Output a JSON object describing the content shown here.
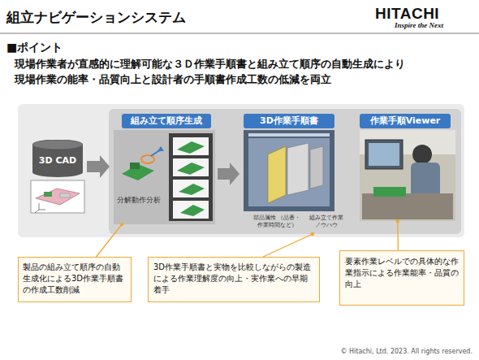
{
  "diagram": {
    "title": "組立ナビゲーションシステム",
    "nodes": [
      {
        "text": [
          "3D CAD"
        ]
      },
      {
        "text": [
          "組み立て順序生成",
          "分解動作分析"
        ]
      },
      {
        "text": [
          "3D作業手順書",
          "部品属性 （品番・作業時間など）",
          "組み立て作業 ノウハウ"
        ]
      },
      {
        "text": [
          "作業手順Viewer"
        ]
      },
      {
        "text": [
          "製品の組み立て順序の自動生成化による3D作業手順書の作成工数削減"
        ]
      },
      {
        "text": [
          "3D作業手順書と実物を比較しながらの製造による作業理解度の向上・実作業への早期着手"
        ]
      },
      {
        "text": [
          "要素作業レベルでの具体的な作業指示による作業能率・品質の向上"
        ]
      }
    ],
    "edges": [
      {
        "from": 0,
        "to": 1,
        "arrow": "to"
      },
      {
        "from": 1,
        "to": 2,
        "arrow": "to"
      },
      {
        "from": 4,
        "to": 1,
        "arrow": "none"
      },
      {
        "from": 5,
        "to": 2,
        "arrow": "none"
      },
      {
        "from": 6,
        "to": 3,
        "arrow": "none"
      }
    ],
    "labels": [
      "HITACHI",
      "Inspire the Next",
      "■ポイント",
      "現場作業者が直感的に理解可能な３Ｄ作業手順書と組み立て順序の自動生成により 現場作業の能率・品質向上と設計者の手順書作成工数の低減を両立",
      "© Hitachi, Ltd. 2023. All rights reserved."
    ]
  }
}
